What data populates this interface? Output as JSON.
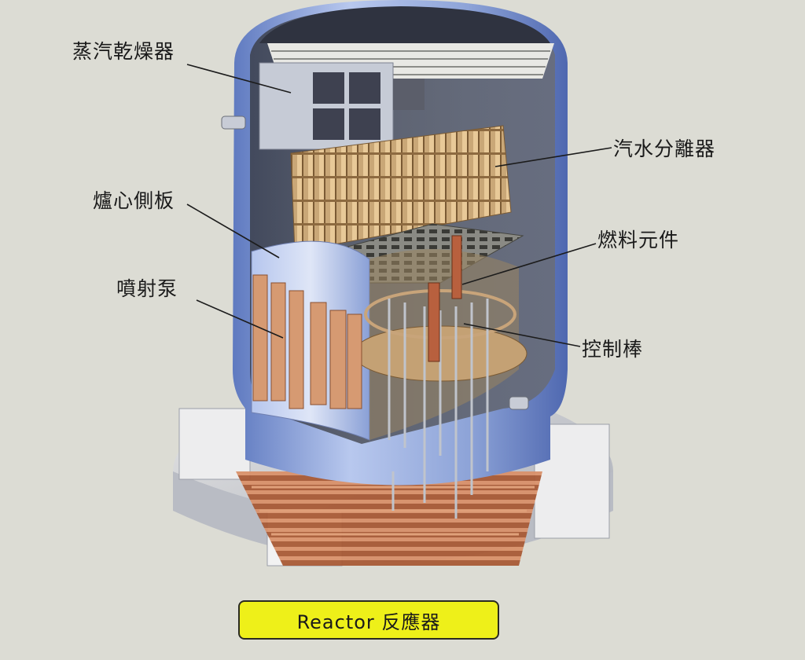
{
  "labels": {
    "steam_dryer": "蒸汽乾燥器",
    "steam_separator": "汽水分離器",
    "core_shroud": "爐心側板",
    "fuel_assembly": "燃料元件",
    "jet_pump": "噴射泵",
    "control_rod": "控制棒"
  },
  "caption": "Reactor 反應器",
  "colors": {
    "background": "#dcdcd4",
    "vessel_blue": "#8fa6d8",
    "copper": "#c27a4e",
    "caption_yellow": "#eef019"
  }
}
